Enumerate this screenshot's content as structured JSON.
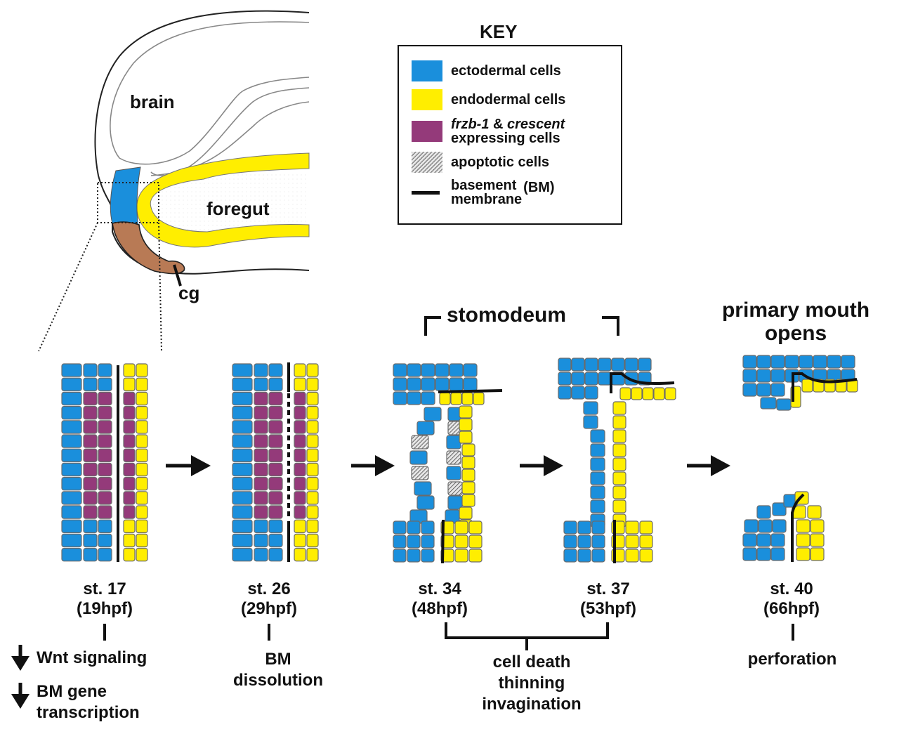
{
  "key": {
    "title": "KEY",
    "items": [
      {
        "label": "ectodermal cells",
        "swatch": "ectoderm"
      },
      {
        "label": "endodermal cells",
        "swatch": "endoderm"
      },
      {
        "label_italic_1": "frzb-1",
        "label_mid": " & ",
        "label_italic_2": "crescent",
        "label_line2": "expressing cells",
        "swatch": "frzb"
      },
      {
        "label": "apoptotic cells",
        "swatch": "apoptotic"
      },
      {
        "label_line1": "basement",
        "label_line2": "membrane",
        "label_sup": "(BM)",
        "swatch": "bm"
      }
    ]
  },
  "colors": {
    "ectoderm": "#1a8fdc",
    "endoderm": "#ffee00",
    "frzb": "#943a7a",
    "cement_gland": "#b87a55",
    "outline": "#333333",
    "cell_border": "#6b6b6b"
  },
  "overview": {
    "brain_label": "brain",
    "foregut_label": "foregut",
    "cg_label": "cg"
  },
  "headers": {
    "stomodeum": "stomodeum",
    "primary_mouth_line1": "primary mouth",
    "primary_mouth_line2": "opens"
  },
  "stages": [
    {
      "stage": "st. 17",
      "hpf": "(19hpf)"
    },
    {
      "stage": "st. 26",
      "hpf": "(29hpf)"
    },
    {
      "stage": "st. 34",
      "hpf": "(48hpf)"
    },
    {
      "stage": "st. 37",
      "hpf": "(53hpf)"
    },
    {
      "stage": "st. 40",
      "hpf": "(66hpf)"
    }
  ],
  "events": {
    "st17": [
      "Wnt signaling",
      "BM gene",
      "transcription"
    ],
    "st26": [
      "BM",
      "dissolution"
    ],
    "st34_37": [
      "cell death",
      "thinning",
      "invagination"
    ],
    "st40": [
      "perforation"
    ]
  }
}
